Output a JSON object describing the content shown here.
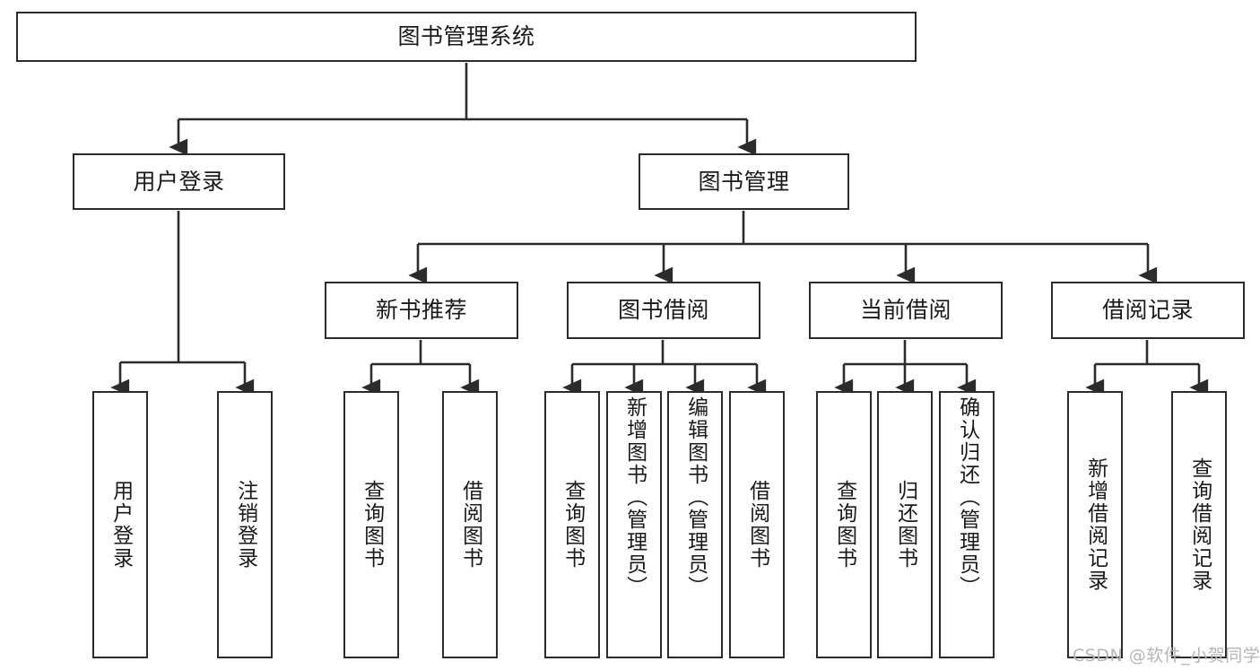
{
  "diagram": {
    "title": "图书管理系统",
    "type": "tree-hierarchy-diagram",
    "colors": {
      "stroke": "#2b2b2b",
      "fill": "#ffffff",
      "text": "#1a1a1a",
      "watermark": "#b6b6b6"
    },
    "levels": {
      "root": {
        "label": "图书管理系统"
      },
      "level2": [
        {
          "label": "用户登录"
        },
        {
          "label": "图书管理"
        }
      ],
      "level3": [
        {
          "label": "新书推荐"
        },
        {
          "label": "图书借阅"
        },
        {
          "label": "当前借阅"
        },
        {
          "label": "借阅记录"
        }
      ],
      "leaves": [
        {
          "label": "用户登录",
          "parent": "用户登录",
          "align": "center"
        },
        {
          "label": "注销登录",
          "parent": "用户登录",
          "align": "center"
        },
        {
          "label": "查询图书",
          "parent": "新书推荐",
          "align": "center"
        },
        {
          "label": "借阅图书",
          "parent": "新书推荐",
          "align": "center"
        },
        {
          "label": "查询图书",
          "parent": "图书借阅",
          "align": "center"
        },
        {
          "label": "新增图书（管理员）",
          "parent": "图书借阅",
          "align": "top"
        },
        {
          "label": "编辑图书（管理员）",
          "parent": "图书借阅",
          "align": "top"
        },
        {
          "label": "借阅图书",
          "parent": "图书借阅",
          "align": "center"
        },
        {
          "label": "查询图书",
          "parent": "当前借阅",
          "align": "center"
        },
        {
          "label": "归还图书",
          "parent": "当前借阅",
          "align": "center"
        },
        {
          "label": "确认归还（管理员）",
          "parent": "当前借阅",
          "align": "top"
        },
        {
          "label": "新增借阅记录",
          "parent": "借阅记录",
          "align": "center"
        },
        {
          "label": "查询借阅记录",
          "parent": "借阅记录",
          "align": "center"
        }
      ]
    },
    "watermark": "CSDN @软件_小贺同学"
  }
}
